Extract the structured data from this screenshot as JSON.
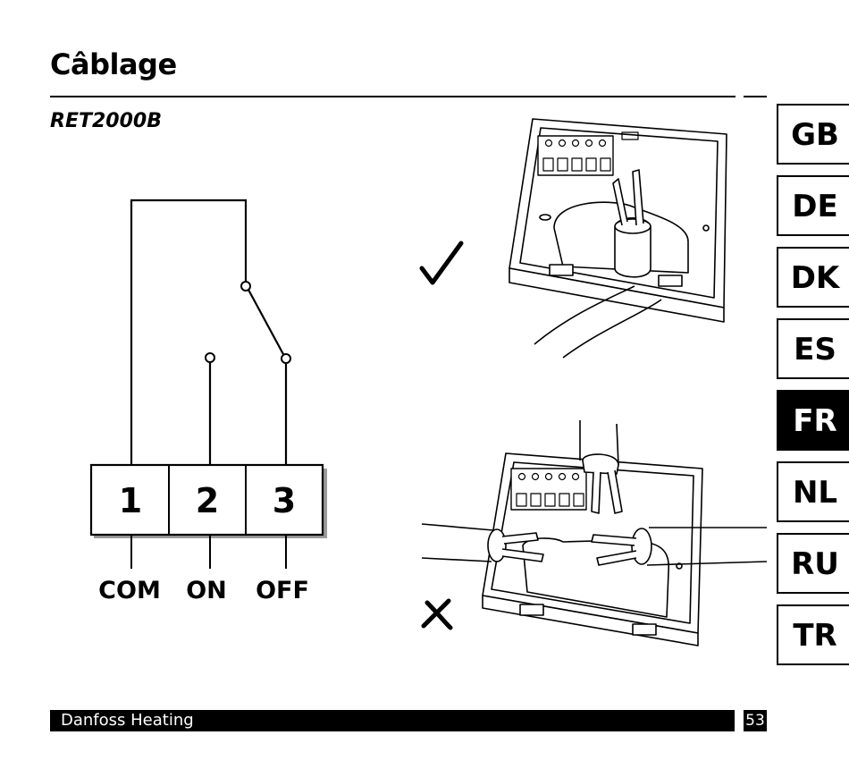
{
  "page": {
    "title": "Câblage",
    "model": "RET2000B"
  },
  "terminals": [
    {
      "number": "1",
      "label": "COM"
    },
    {
      "number": "2",
      "label": "ON"
    },
    {
      "number": "3",
      "label": "OFF"
    }
  ],
  "illustrations": {
    "correct_icon": "checkmark-icon",
    "incorrect_icon": "cross-icon"
  },
  "languages": [
    {
      "code": "GB",
      "active": false
    },
    {
      "code": "DE",
      "active": false
    },
    {
      "code": "DK",
      "active": false
    },
    {
      "code": "ES",
      "active": false
    },
    {
      "code": "FR",
      "active": true
    },
    {
      "code": "NL",
      "active": false
    },
    {
      "code": "RU",
      "active": false
    },
    {
      "code": "TR",
      "active": false
    }
  ],
  "footer": {
    "brand": "Danfoss Heating",
    "page_number": "53"
  },
  "colors": {
    "ink": "#000000",
    "paper": "#ffffff",
    "box_shadow": "#9a9a9a"
  }
}
